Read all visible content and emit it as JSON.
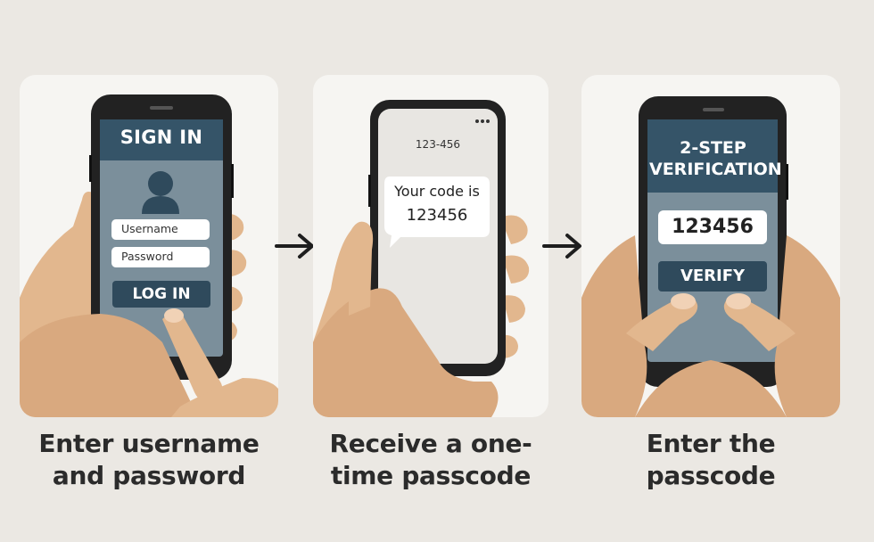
{
  "steps": [
    {
      "screen_title": "SIGN IN",
      "username_placeholder": "Username",
      "password_placeholder": "Password",
      "button_label": "LOG IN",
      "caption_line1": "Enter username",
      "caption_line2": "and password",
      "icon": "user-avatar-icon"
    },
    {
      "sender": "123-456",
      "message_line1": "Your code is",
      "message_line2": "123456",
      "caption_line1": "Receive a one-",
      "caption_line2": "time passcode"
    },
    {
      "screen_title_line1": "2-STEP",
      "screen_title_line2": "VERIFICATION",
      "code_value": "123456",
      "button_label": "VERIFY",
      "caption_line1": "Enter the",
      "caption_line2": "passcode"
    }
  ],
  "arrows": [
    "right-arrow-icon",
    "right-arrow-icon"
  ],
  "colors": {
    "background": "#ebe8e3",
    "panel": "#f6f5f2",
    "phone_body": "#222222",
    "screen_header": "#355468",
    "screen_body": "#7b8f9b",
    "button": "#2f4a5c",
    "skin": "#e2b78e"
  }
}
